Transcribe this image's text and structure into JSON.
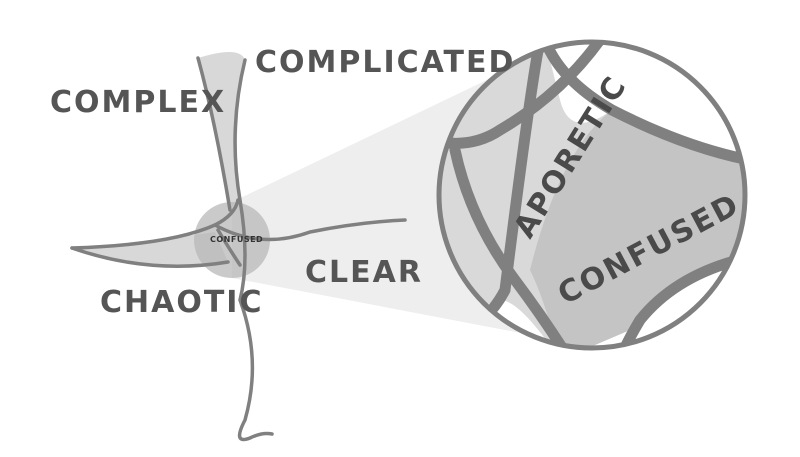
{
  "diagram": {
    "domains": {
      "complex": "COMPLEX",
      "complicated": "COMPLICATED",
      "chaotic": "CHAOTIC",
      "clear": "CLEAR",
      "confused": "CONFUSED"
    },
    "magnified": {
      "aporetic": "APORETIC",
      "confused": "CONFUSED"
    },
    "colors": {
      "line": "#808080",
      "fill_light": "#d8d8d8",
      "fill_mid": "#c4c4c4",
      "beam": "#eeeeee",
      "text": "#555555"
    }
  }
}
